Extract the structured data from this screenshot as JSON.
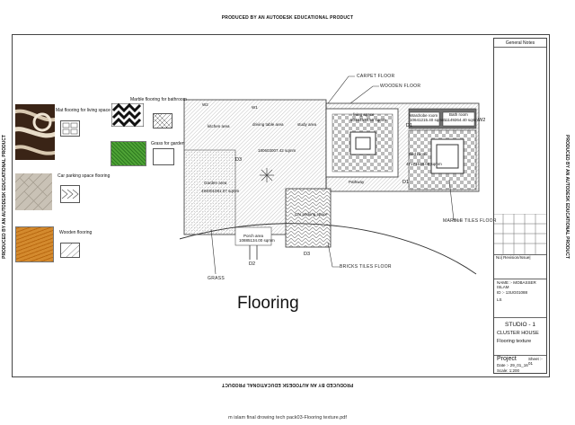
{
  "watermark": "PRODUCED BY AN AUTODESK EDUCATIONAL PRODUCT",
  "footer_caption": "m islam final drowing tech pack03-Flooring texture.pdf",
  "drawing_title": "Flooring",
  "legend": {
    "mat": "Mat flooring for living space",
    "marble": "Marble flooring for bathroom",
    "grass": "Grass for garden",
    "car": "Car parking space flooring",
    "wooden": "Wooden flooring"
  },
  "plan": {
    "w1": "W1",
    "w2": "W2",
    "w2_right": "W2",
    "kitchen": "kitchen area",
    "dining": "driving table area",
    "study": "study area",
    "plan_area": "180603007.42 sqmm",
    "d3_left": "D3",
    "garden": "Garden area",
    "garden_area": "494001081.07 sqmm",
    "living": "living space",
    "living_area": "50464578.50 sqmm",
    "wardrobe": "Wardrobe room",
    "wardrobe_area": "10641215.40 sqmm",
    "bath": "Bath room",
    "bath_area": "11149264.40 sqmm",
    "bed": "Bed room",
    "bed_area": "47171518.08 sqmm",
    "d1_top": "D1",
    "d1_bottom": "D1",
    "pathway": "Pathway",
    "d2": "D2",
    "porch": "Porch area",
    "porch_area": "10885134.00 sqmm",
    "d3_bottom": "D3",
    "parking": "Car parking space"
  },
  "callouts": {
    "carpet": "CARPET FLOOR",
    "wooden": "WOODEN FLOOR",
    "marble": "MARBLE TILES FLOOR",
    "bricks": "BRICKS TILES FLOOR",
    "grass": "GRASS"
  },
  "title_block": {
    "general_notes": "General Notes",
    "revision": "No| Revision/Issue|",
    "name": "NAME :- MOBASSER ISLAM",
    "id": "ID :- 13UG01088",
    "ls": "LS",
    "studio": "STUDIO - 1",
    "cluster": "CLUSTER HOUSE",
    "subject": "Flooring texture",
    "project": "Project",
    "sheet": "Sheet :- 01",
    "date": "Date :- 29_01_16",
    "scale": "Scale: 1:200"
  },
  "colors": {
    "wood": "#c8781e",
    "grass": "#3f8f2a",
    "mat_dark": "#3a2416",
    "car_tile": "#c9c2b6"
  }
}
